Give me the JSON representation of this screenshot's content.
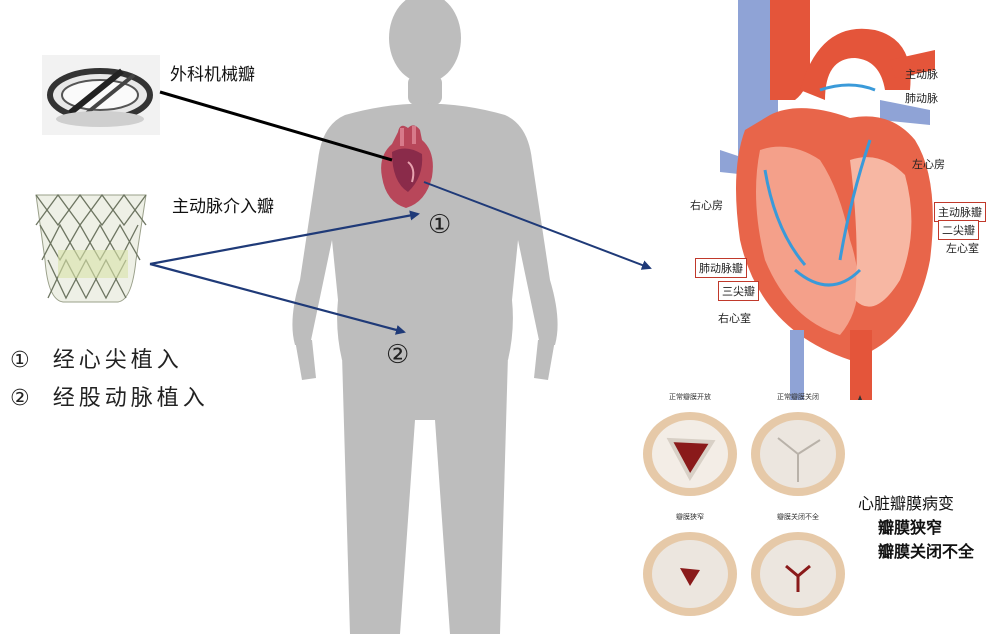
{
  "valves": {
    "mechanical_label": "外科机械瓣",
    "tavr_label": "主动脉介入瓣"
  },
  "markers": {
    "one": "①",
    "two": "②"
  },
  "routes": [
    {
      "marker": "①",
      "text": "经心尖植入"
    },
    {
      "marker": "②",
      "text": "经股动脉植入"
    }
  ],
  "heart_labels": {
    "aorta": "主动脉",
    "pulmonary_artery": "肺动脉",
    "left_atrium": "左心房",
    "right_atrium": "右心房",
    "aortic_valve": "主动脉瓣",
    "mitral_valve": "二尖瓣",
    "left_ventricle": "左心室",
    "pulmonary_valve": "肺动脉瓣",
    "tricuspid_valve": "三尖瓣",
    "right_ventricle": "右心室"
  },
  "valve_states": {
    "normal_open": "正常瓣膜开放",
    "normal_closed": "正常瓣膜关闭",
    "stenosis": "瓣膜狭窄",
    "regurgitation": "瓣膜关闭不全"
  },
  "disease": {
    "title": "心脏瓣膜病变",
    "item1": "瓣膜狭窄",
    "item2": "瓣膜关闭不全"
  },
  "colors": {
    "silhouette": "#bdbdbd",
    "arrow": "#1f3a78",
    "connector": "#000000",
    "heart_red": "#e4553a",
    "vein_blue": "#8fa3d6",
    "label_box": "#c0392b"
  }
}
